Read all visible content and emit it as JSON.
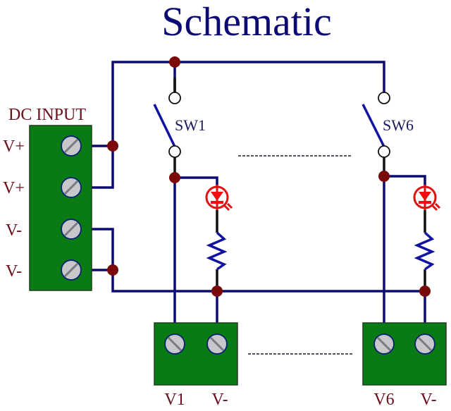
{
  "title": "Schematic",
  "input_block": {
    "label": "DC INPUT",
    "pins": [
      {
        "label": "V+"
      },
      {
        "label": "V+"
      },
      {
        "label": "V-"
      },
      {
        "label": "V-"
      }
    ]
  },
  "switches": [
    {
      "label": "SW1"
    },
    {
      "label": "SW6"
    }
  ],
  "output_blocks": [
    {
      "pins": [
        {
          "label": "V1"
        },
        {
          "label": "V-"
        }
      ]
    },
    {
      "pins": [
        {
          "label": "V6"
        },
        {
          "label": "V-"
        }
      ]
    }
  ],
  "colors": {
    "title": "#0b0b73",
    "wire": "#0b0b73",
    "junction": "#7a0a0a",
    "terminal_block": "#0a7a14",
    "led": "#e01010",
    "label": "#6b0f1a"
  }
}
